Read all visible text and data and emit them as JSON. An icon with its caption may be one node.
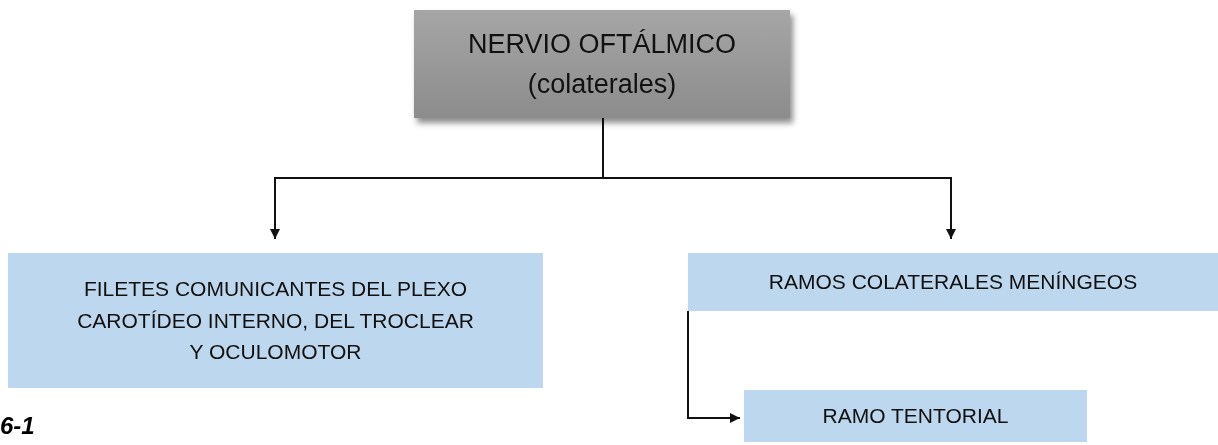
{
  "diagram": {
    "nodes": [
      {
        "text": [
          "NERVIO OFTÁLMICO (colaterales)"
        ]
      },
      {
        "text": [
          "FILETES COMUNICANTES DEL PLEXO CAROTÍDEO INTERNO, DEL TROCLEAR Y OCULOMOTOR"
        ]
      },
      {
        "text": [
          "RAMOS COLATERALES MENÍNGEOS"
        ]
      },
      {
        "text": [
          "RAMO TENTORIAL"
        ]
      }
    ],
    "edges": [
      {
        "from": 0,
        "to": 1,
        "arrow": "to"
      },
      {
        "from": 0,
        "to": 2,
        "arrow": "to"
      },
      {
        "from": 2,
        "to": 3,
        "arrow": "to"
      }
    ],
    "labels": [
      "6-1"
    ]
  }
}
